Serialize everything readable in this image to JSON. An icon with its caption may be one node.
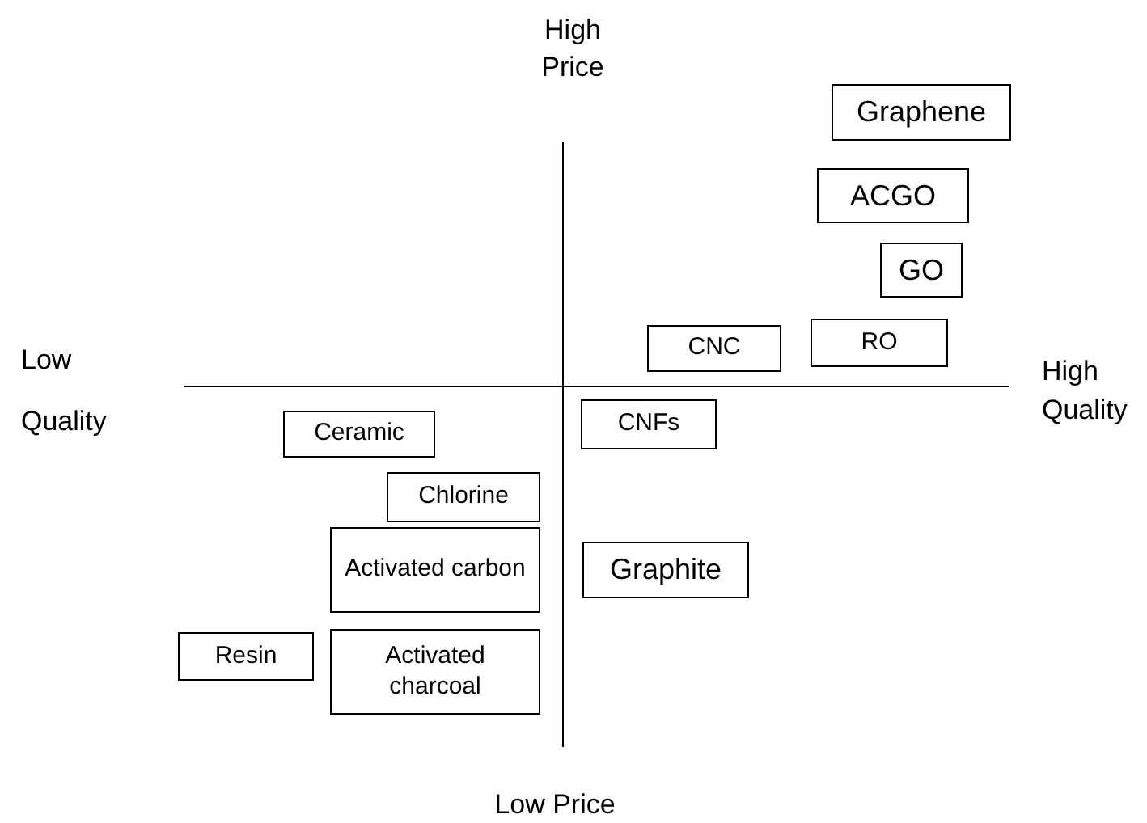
{
  "diagram": {
    "nodes": [
      {
        "text": [
          "Graphene"
        ]
      },
      {
        "text": [
          "ACGO"
        ]
      },
      {
        "text": [
          "GO"
        ]
      },
      {
        "text": [
          "CNC"
        ]
      },
      {
        "text": [
          "RO"
        ]
      },
      {
        "text": [
          "CNFs"
        ]
      },
      {
        "text": [
          "Ceramic"
        ]
      },
      {
        "text": [
          "Chlorine"
        ]
      },
      {
        "text": [
          "Activated carbon"
        ]
      },
      {
        "text": [
          "Graphite"
        ]
      },
      {
        "text": [
          "Resin"
        ]
      },
      {
        "text": [
          "Activated charcoal"
        ]
      }
    ],
    "labels": [
      "High Price",
      "Low Quality",
      "High Quality",
      "Low Price"
    ]
  }
}
